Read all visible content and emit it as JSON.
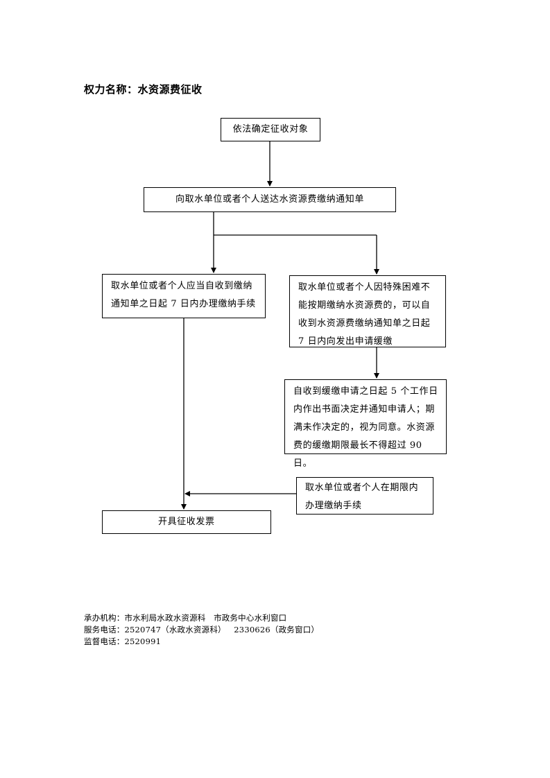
{
  "title": "权力名称：水资源费征收",
  "flow": {
    "step1": "依法确定征收对象",
    "step2": "向取水单位或者个人送达水资源费缴纳通知单",
    "left_branch": "取水单位或者个人应当自收到缴纳通知单之日起 7 日内办理缴纳手续",
    "right_branch": "取水单位或者个人因特殊困难不能按期缴纳水资源费的，可以自收到水资源费缴纳通知单之日起 7 日内向发出申请缓缴",
    "decision": "自收到缓缴申请之日起 5 个工作日内作出书面决定并通知申请人；期满未作决定的，视为同意。水资源费的缓缴期限最长不得超过 90 日。",
    "within_deadline": "取水单位或者个人在期限内办理缴纳手续",
    "final": "开具征收发票"
  },
  "footer": {
    "agency": "承办机构：市水利局水政水资源科   市政务中心水利窗口",
    "service_phone": "服务电话：2520747（水政水资源科）   2330626（政务窗口）",
    "supervision_phone": "监督电话：2520991"
  }
}
